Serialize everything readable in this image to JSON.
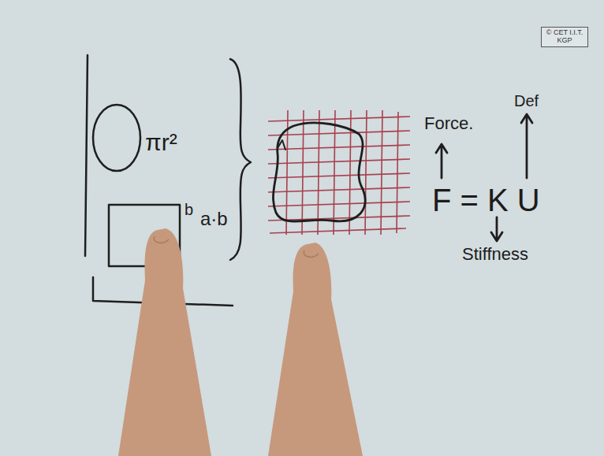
{
  "diagram": {
    "nodes": [
      {
        "text": [
          "© CET I.I.T. KGP"
        ]
      }
    ],
    "labels": [
      "πr²",
      "b",
      "a·b",
      "Force.",
      "Def",
      "F = K U",
      "Stiffness"
    ]
  }
}
